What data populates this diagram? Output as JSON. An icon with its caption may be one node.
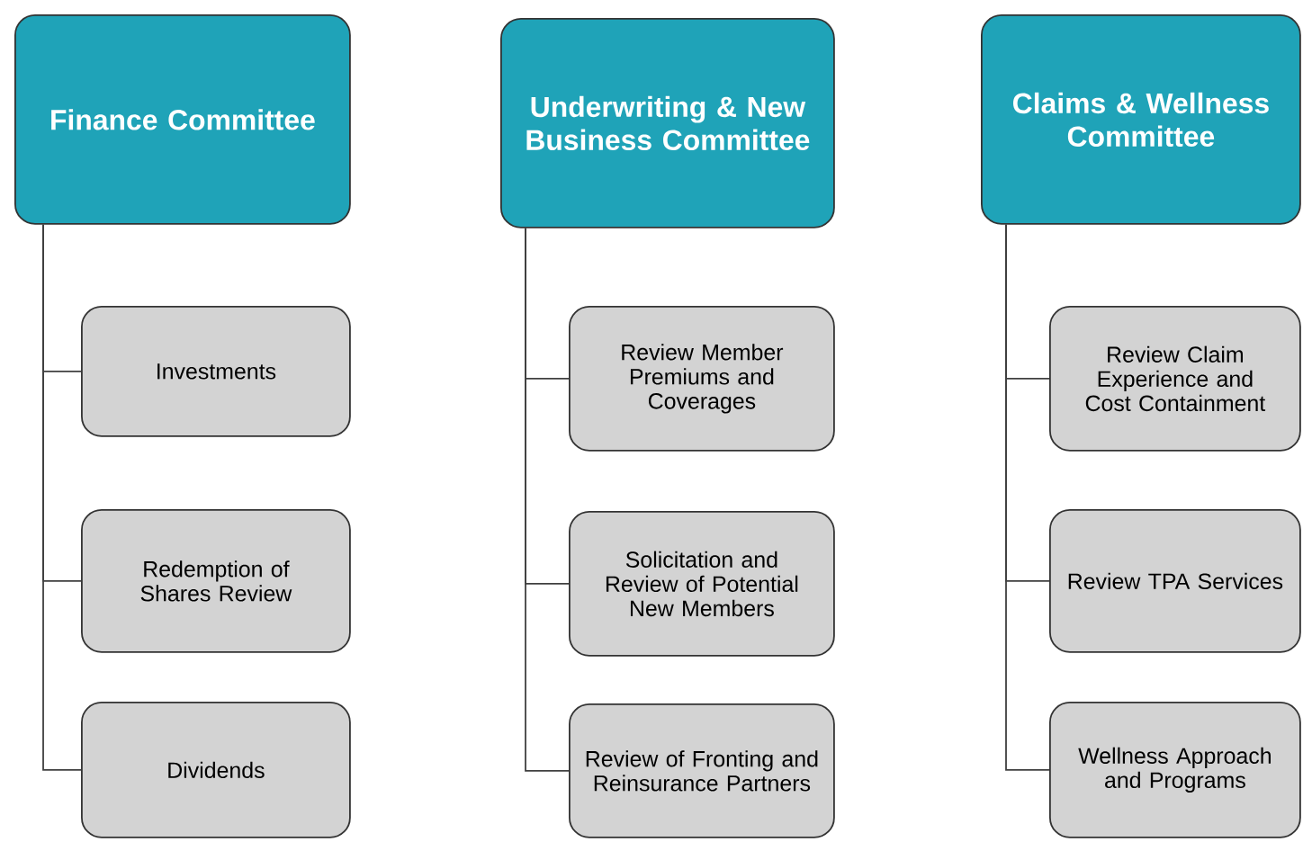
{
  "diagram": {
    "nodes": [
      {
        "text": [
          "Finance Committee"
        ]
      },
      {
        "text": [
          "Investments"
        ]
      },
      {
        "text": [
          "Redemption of Shares Review"
        ]
      },
      {
        "text": [
          "Dividends"
        ]
      },
      {
        "text": [
          "Underwriting & New Business Committee"
        ]
      },
      {
        "text": [
          "Review Member Premiums and Coverages"
        ]
      },
      {
        "text": [
          "Solicitation and Review of Potential New Members"
        ]
      },
      {
        "text": [
          "Review of Fronting and Reinsurance Partners"
        ]
      },
      {
        "text": [
          "Claims & Wellness Committee"
        ]
      },
      {
        "text": [
          "Review Claim Experience and Cost Containment"
        ]
      },
      {
        "text": [
          "Review TPA Services"
        ]
      },
      {
        "text": [
          "Wellness Approach and Programs"
        ]
      }
    ],
    "edges": [
      {
        "from": 0,
        "to": 1,
        "arrow": "none"
      },
      {
        "from": 0,
        "to": 2,
        "arrow": "none"
      },
      {
        "from": 0,
        "to": 3,
        "arrow": "none"
      },
      {
        "from": 4,
        "to": 5,
        "arrow": "none"
      },
      {
        "from": 4,
        "to": 6,
        "arrow": "none"
      },
      {
        "from": 4,
        "to": 7,
        "arrow": "none"
      },
      {
        "from": 8,
        "to": 9,
        "arrow": "none"
      },
      {
        "from": 8,
        "to": 10,
        "arrow": "none"
      },
      {
        "from": 8,
        "to": 11,
        "arrow": "none"
      }
    ]
  }
}
